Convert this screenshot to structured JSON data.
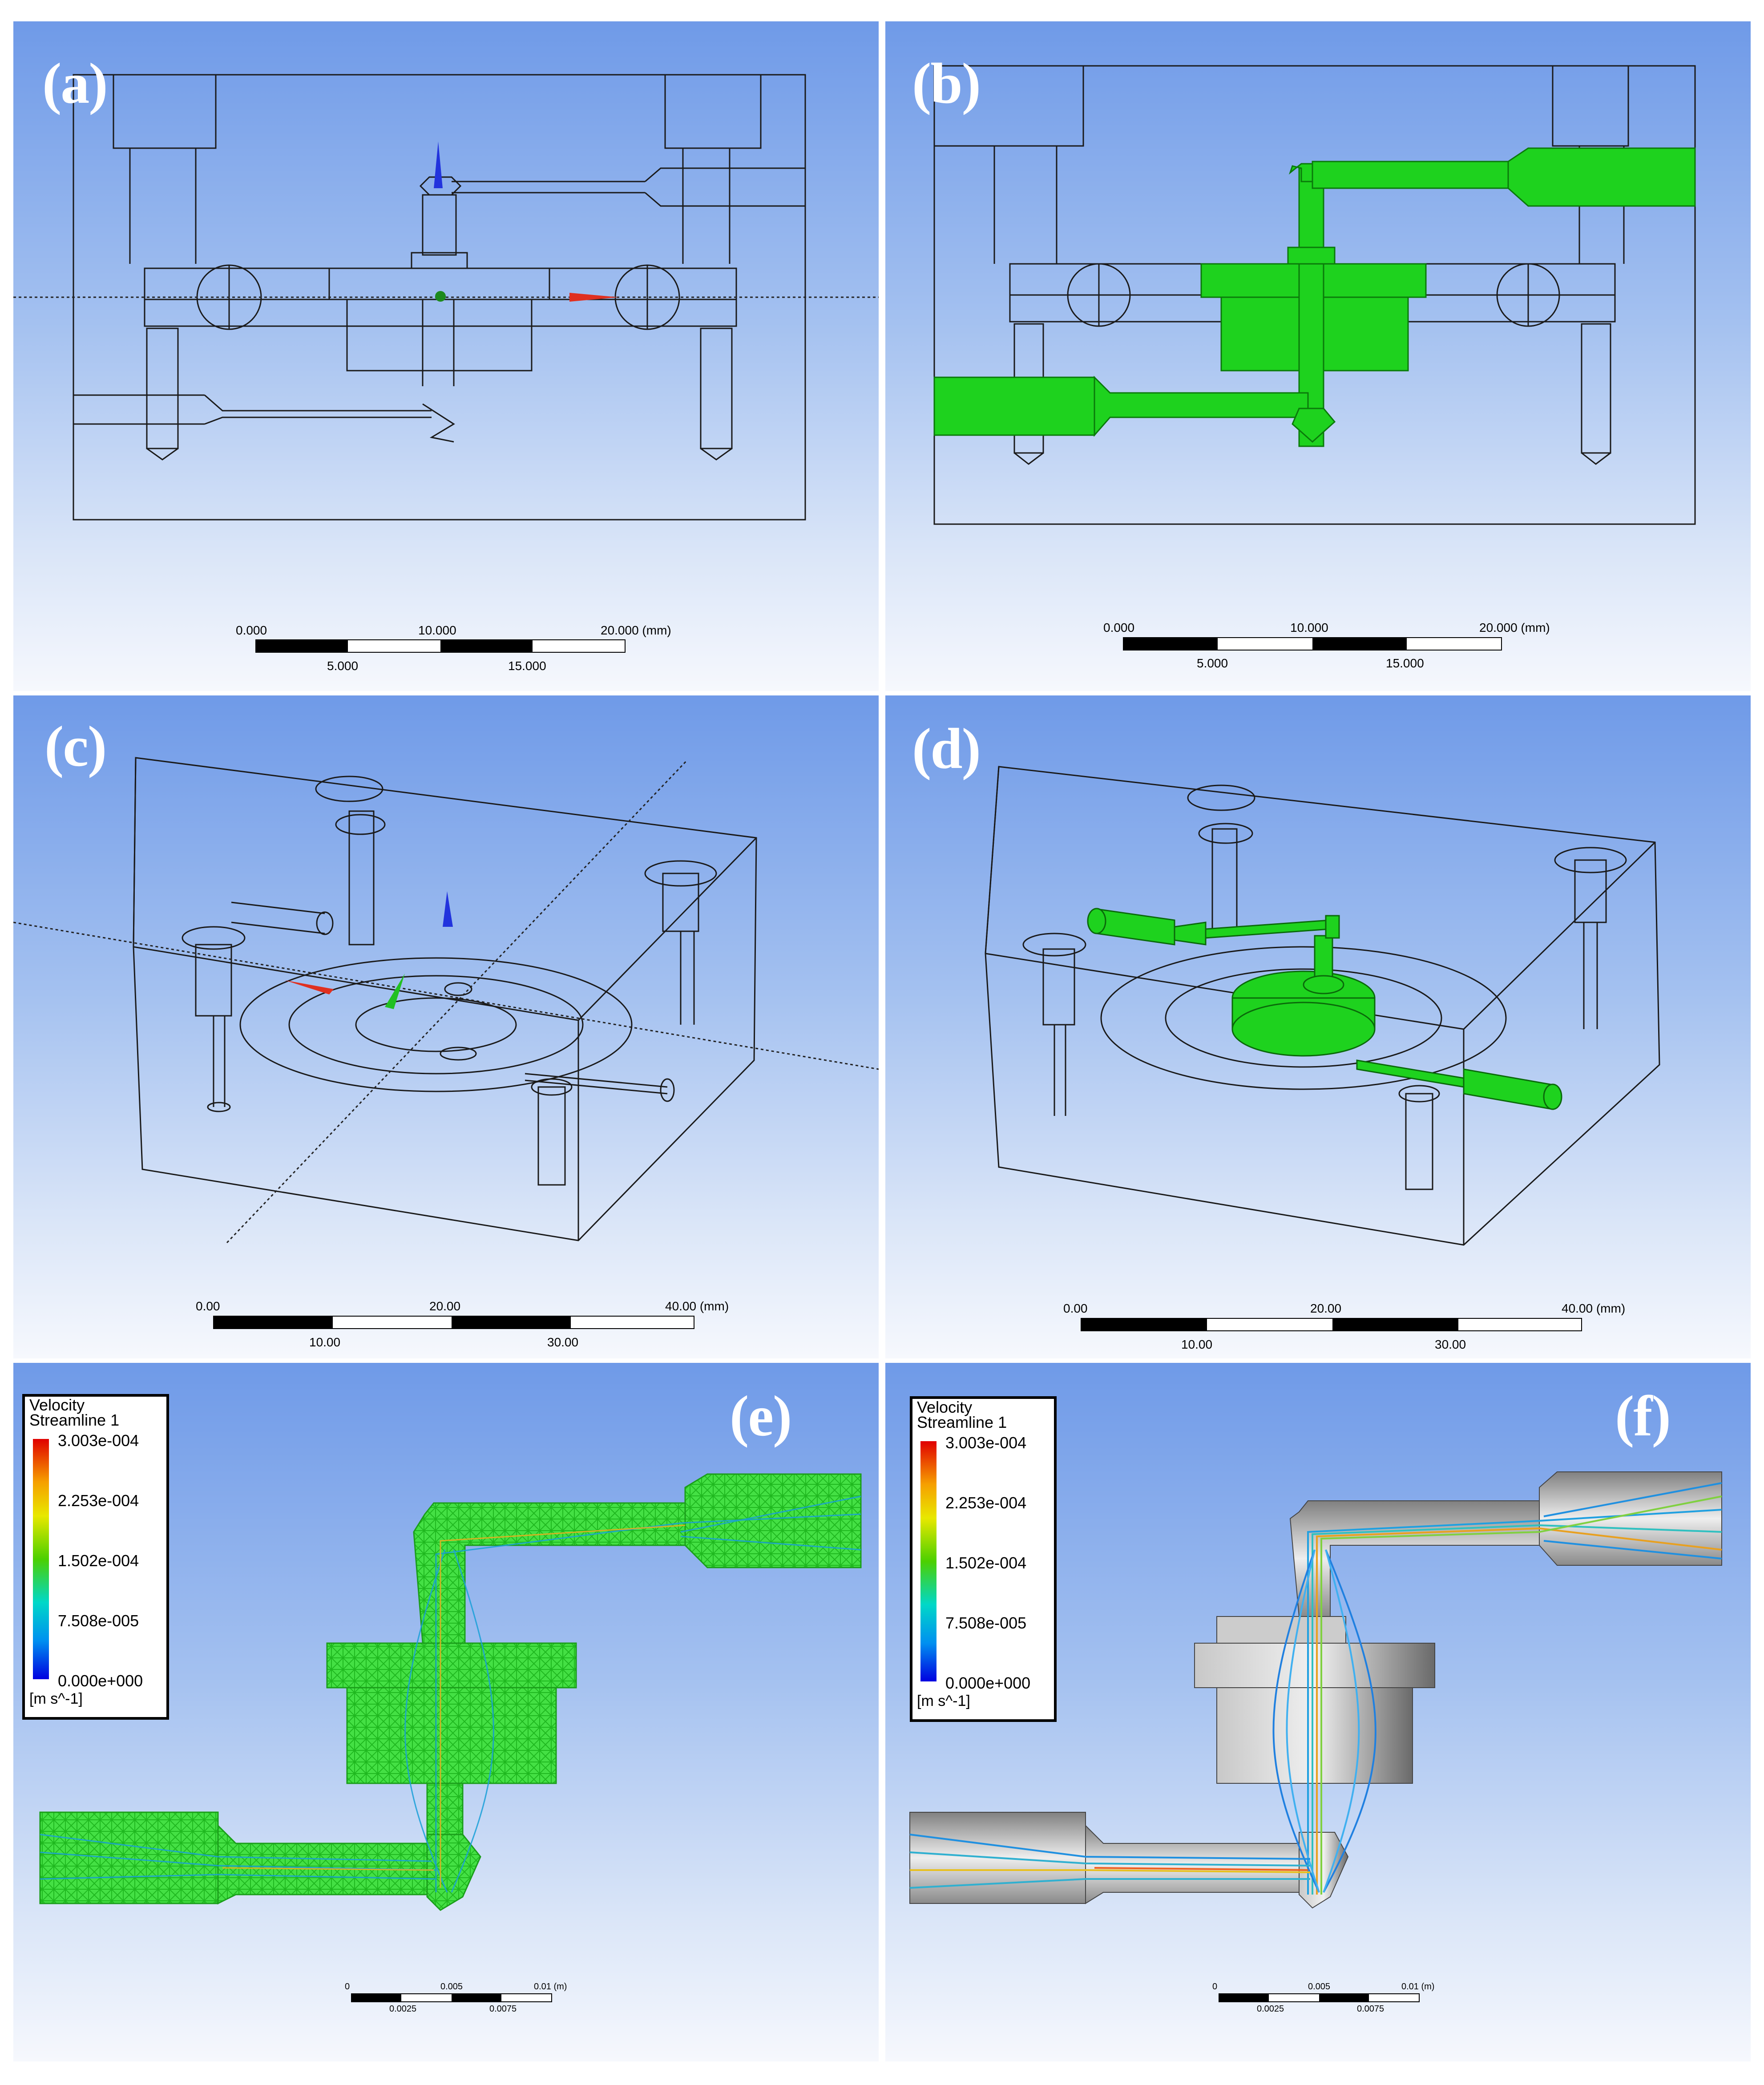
{
  "panels": [
    {
      "id": "a",
      "label": "(a)"
    },
    {
      "id": "b",
      "label": "(b)"
    },
    {
      "id": "c",
      "label": "(c)"
    },
    {
      "id": "d",
      "label": "(d)"
    },
    {
      "id": "e",
      "label": "(e)"
    },
    {
      "id": "f",
      "label": "(f)"
    }
  ],
  "scale_ab": {
    "top": [
      "0.000",
      "10.000",
      "20.000 (mm)"
    ],
    "bottom": [
      "5.000",
      "15.000"
    ]
  },
  "scale_cd": {
    "top": [
      "0.00",
      "20.00",
      "40.00 (mm)"
    ],
    "bottom": [
      "10.00",
      "30.00"
    ]
  },
  "scale_ef": {
    "top": [
      "0",
      "0.005",
      "0.01 (m)"
    ],
    "bottom": [
      "0.0025",
      "0.0075"
    ]
  },
  "legend": {
    "title_line1": "Velocity",
    "title_line2": "Streamline 1",
    "ticks": [
      "3.003e-004",
      "2.253e-004",
      "1.502e-004",
      "7.508e-005",
      "0.000e+000"
    ],
    "unit": "[m s^-1]"
  },
  "colors": {
    "mesh_green": "#2ee02e",
    "solid_green": "#1ed21e",
    "background_top": "#6f9ae8",
    "background_bottom": "#f6f8fd"
  }
}
